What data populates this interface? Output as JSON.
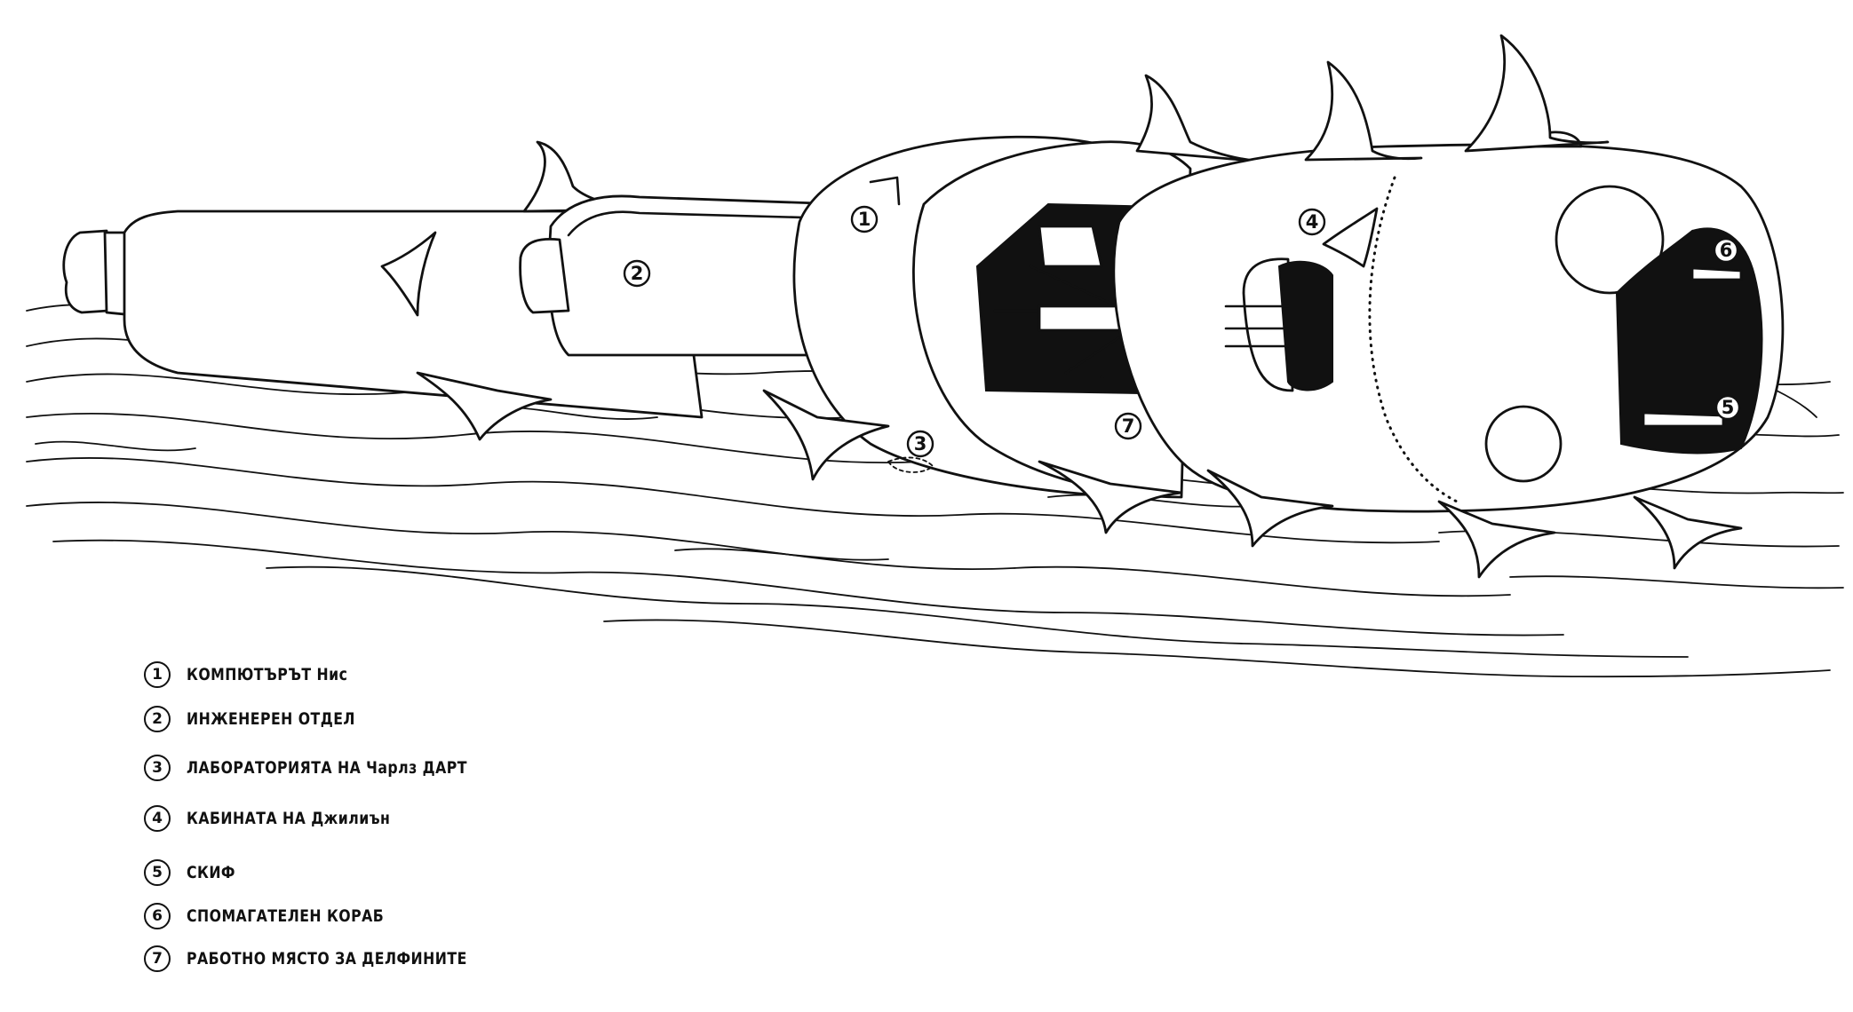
{
  "diagram": {
    "callouts": [
      "1",
      "2",
      "3",
      "4",
      "5",
      "6",
      "7"
    ]
  },
  "legend": {
    "items": [
      {
        "number": "1",
        "label": "КОМПЮТЪРЪТ Нис"
      },
      {
        "number": "2",
        "label": "ИНЖЕНЕРЕН ОТДЕЛ"
      },
      {
        "number": "3",
        "label": "ЛАБОРАТОРИЯТА НА Чарлз ДАРТ"
      },
      {
        "number": "4",
        "label": "КАБИНАТА НА Джилиън"
      },
      {
        "number": "5",
        "label": "СКИФ"
      },
      {
        "number": "6",
        "label": "СПОМАГАТЕЛЕН КОРАБ"
      },
      {
        "number": "7",
        "label": "РАБОТНО МЯСТО ЗА ДЕЛФИНИТЕ"
      }
    ]
  }
}
